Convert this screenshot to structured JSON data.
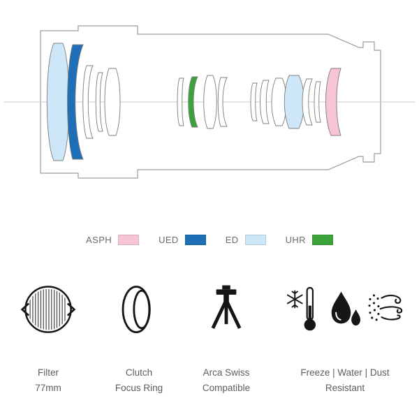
{
  "colors": {
    "asph": "#f6c3d7",
    "ued": "#1d6fb7",
    "ed": "#cde7f8",
    "uhr": "#3aa43a",
    "outline": "#9c9c9c",
    "axis": "#cccccc",
    "icon_ink": "#161616",
    "text": "#5d5d5d"
  },
  "lens_elements": [
    "ED",
    "UED",
    "clear",
    "clear",
    "clear",
    "clear",
    "UHR",
    "clear",
    "clear",
    "clear",
    "clear",
    "clear",
    "ED",
    "clear",
    "clear",
    "ASPH"
  ],
  "legend": {
    "items": [
      {
        "label": "ASPH",
        "color_key": "asph"
      },
      {
        "label": "UED",
        "color_key": "ued"
      },
      {
        "label": "ED",
        "color_key": "ed"
      },
      {
        "label": "UHR",
        "color_key": "uhr"
      }
    ]
  },
  "features": [
    {
      "icon": "filter-diameter-icon",
      "line1": "Filter",
      "line2": "77mm"
    },
    {
      "icon": "focus-ring-icon",
      "line1": "Clutch",
      "line2": "Focus Ring"
    },
    {
      "icon": "tripod-icon",
      "line1": "Arca Swiss",
      "line2": "Compatible"
    },
    {
      "icon": "weather-resistant-icons",
      "line1": "Freeze | Water | Dust",
      "line2": "Resistant"
    }
  ]
}
